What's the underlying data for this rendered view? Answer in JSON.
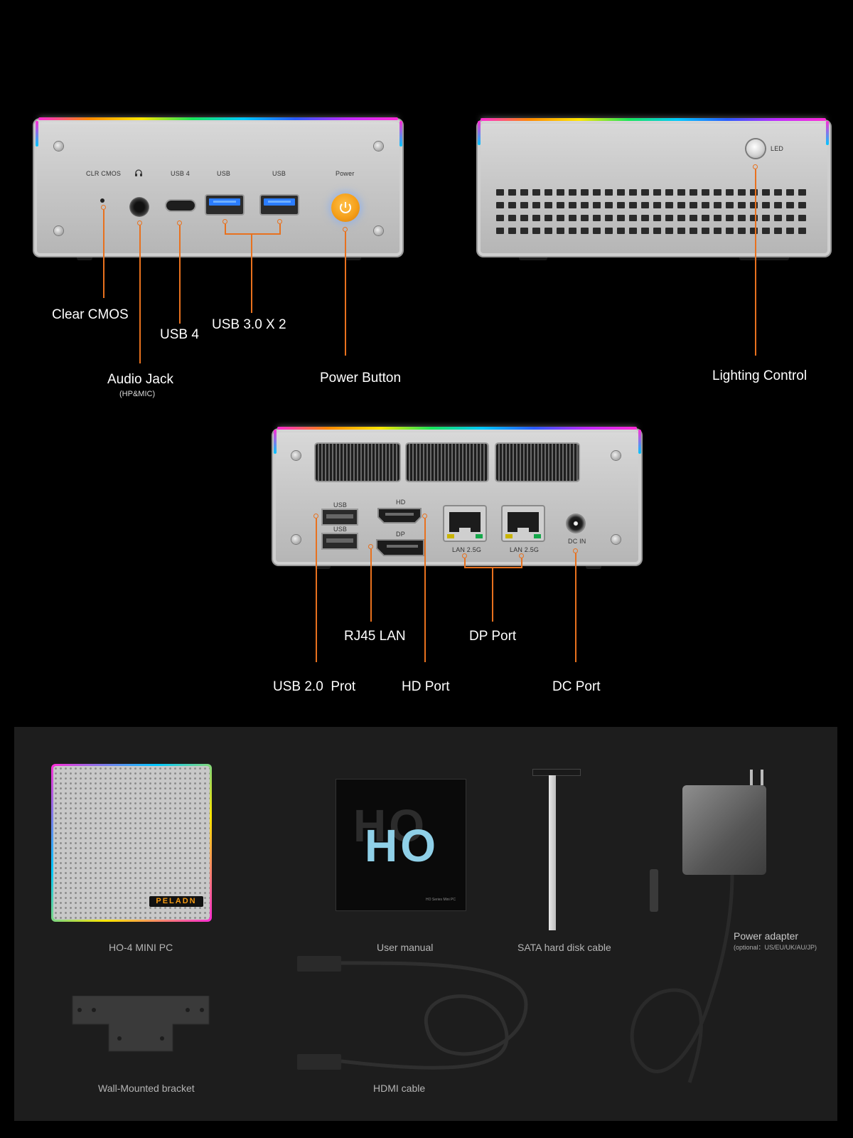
{
  "front_panel": {
    "port_labels": {
      "clr_cmos": "CLR CMOS",
      "usb4": "USB 4",
      "usb_a": "USB",
      "usb_b": "USB",
      "power": "Power"
    },
    "callouts": {
      "clear_cmos": "Clear CMOS",
      "usb4": "USB 4",
      "usb30": "USB 3.0 X 2",
      "audio": "Audio Jack",
      "audio_sub": "(HP&MIC)",
      "power": "Power Button"
    }
  },
  "top_panel": {
    "led_label": "LED",
    "callout": "Lighting Control"
  },
  "rear_panel": {
    "port_labels": {
      "usb_top": "USB",
      "usb_bottom": "USB",
      "hd": "HD",
      "dp": "DP",
      "lan1": "LAN 2.5G",
      "lan2": "LAN 2.5G",
      "dc_in": "DC IN"
    },
    "callouts": {
      "rj45": "RJ45 LAN",
      "dp": "DP Port",
      "usb20": "USB 2.0  Prot",
      "hd": "HD Port",
      "dc": "DC Port"
    }
  },
  "accessories": {
    "mini_pc": "HO-4 MINI PC",
    "brand": "PELADN",
    "manual": "User manual",
    "manual_cover_text": "HO",
    "manual_footer": "HO Series Mini PC",
    "sata": "SATA hard disk cable",
    "power_adapter": "Power adapter",
    "power_adapter_sub": "(optional：US/EU/UK/AU/JP)",
    "bracket": "Wall-Mounted bracket",
    "hdmi": "HDMI cable"
  },
  "colors": {
    "accent": "#e8711e",
    "power_button": "#f5a01a"
  }
}
